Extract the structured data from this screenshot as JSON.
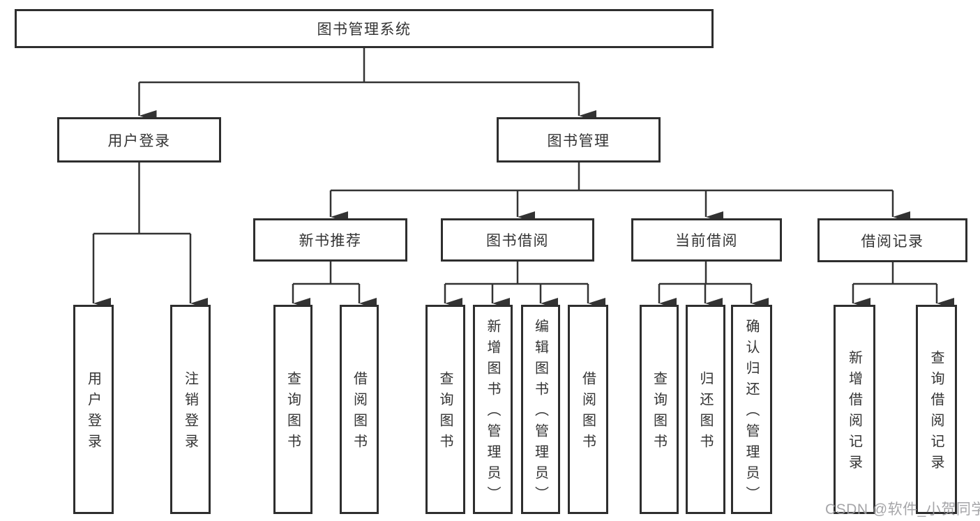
{
  "tree": {
    "root": "图书管理系统",
    "children": [
      {
        "label": "用户登录",
        "children": [
          "用户登录",
          "注销登录"
        ]
      },
      {
        "label": "图书管理",
        "children": [
          {
            "label": "新书推荐",
            "children": [
              "查询图书",
              "借阅图书"
            ]
          },
          {
            "label": "图书借阅",
            "children": [
              "查询图书",
              "新增图书（管理员）",
              "编辑图书（管理员）",
              "借阅图书"
            ]
          },
          {
            "label": "当前借阅",
            "children": [
              "查询图书",
              "归还图书",
              "确认归还（管理员）"
            ]
          },
          {
            "label": "借阅记录",
            "children": [
              "新增借阅记录",
              "查询借阅记录"
            ]
          }
        ]
      }
    ]
  },
  "watermark": "CSDN @软件_小贺同学",
  "colors": {
    "line": "#333333",
    "box_border": "#2e2e2e",
    "text": "#333333",
    "watermark": "#9b9b9e",
    "background": "#ffffff"
  }
}
